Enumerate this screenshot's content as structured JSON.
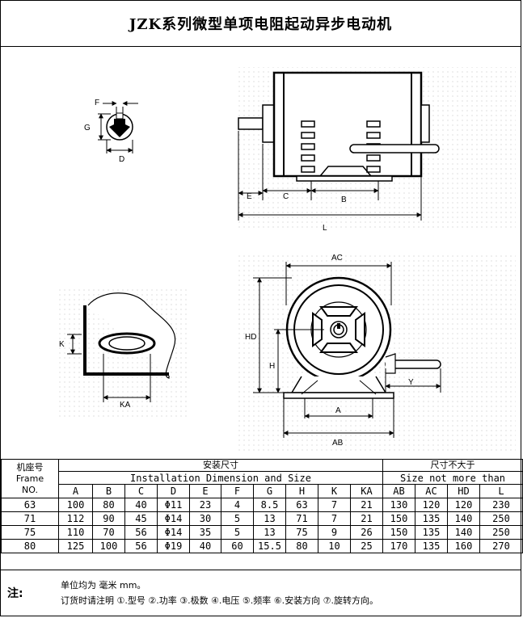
{
  "title": "JZK系列微型单项电阻起动异步电动机",
  "figure_labels": {
    "F": "F",
    "G": "G",
    "D": "D",
    "E": "E",
    "C": "C",
    "B": "B",
    "L": "L",
    "AC": "AC",
    "HD": "HD",
    "H": "H",
    "Y": "Y",
    "A": "A",
    "AB": "AB",
    "K": "K",
    "KA": "KA"
  },
  "table": {
    "frame_header": {
      "cn": "机座号",
      "en": "Frame",
      "no": "NO."
    },
    "install_header": {
      "cn": "安装尺寸",
      "en": "Installation Dimension and Size"
    },
    "size_header": {
      "cn": "尺寸不大于",
      "en": "Size not more than"
    },
    "columns": [
      "A",
      "B",
      "C",
      "D",
      "E",
      "F",
      "G",
      "H",
      "K",
      "KA",
      "AB",
      "AC",
      "HD",
      "L"
    ],
    "rows": [
      [
        "63",
        "100",
        "80",
        "40",
        "Φ11",
        "23",
        "4",
        "8.5",
        "63",
        "7",
        "21",
        "130",
        "120",
        "120",
        "230"
      ],
      [
        "71",
        "112",
        "90",
        "45",
        "Φ14",
        "30",
        "5",
        "13",
        "71",
        "7",
        "21",
        "150",
        "135",
        "140",
        "250"
      ],
      [
        "75",
        "110",
        "70",
        "56",
        "Φ14",
        "35",
        "5",
        "13",
        "75",
        "9",
        "26",
        "150",
        "135",
        "140",
        "250"
      ],
      [
        "80",
        "125",
        "100",
        "56",
        "Φ19",
        "40",
        "60",
        "15.5",
        "80",
        "10",
        "25",
        "170",
        "135",
        "160",
        "270"
      ]
    ]
  },
  "notes": {
    "label": "注:",
    "line1": "单位均为 毫米 mm。",
    "line2": "订货时请注明 ①.型号 ②.功率 ③.极数 ④.电压 ⑤.频率 ⑥.安装方向 ⑦.旋转方向。"
  }
}
